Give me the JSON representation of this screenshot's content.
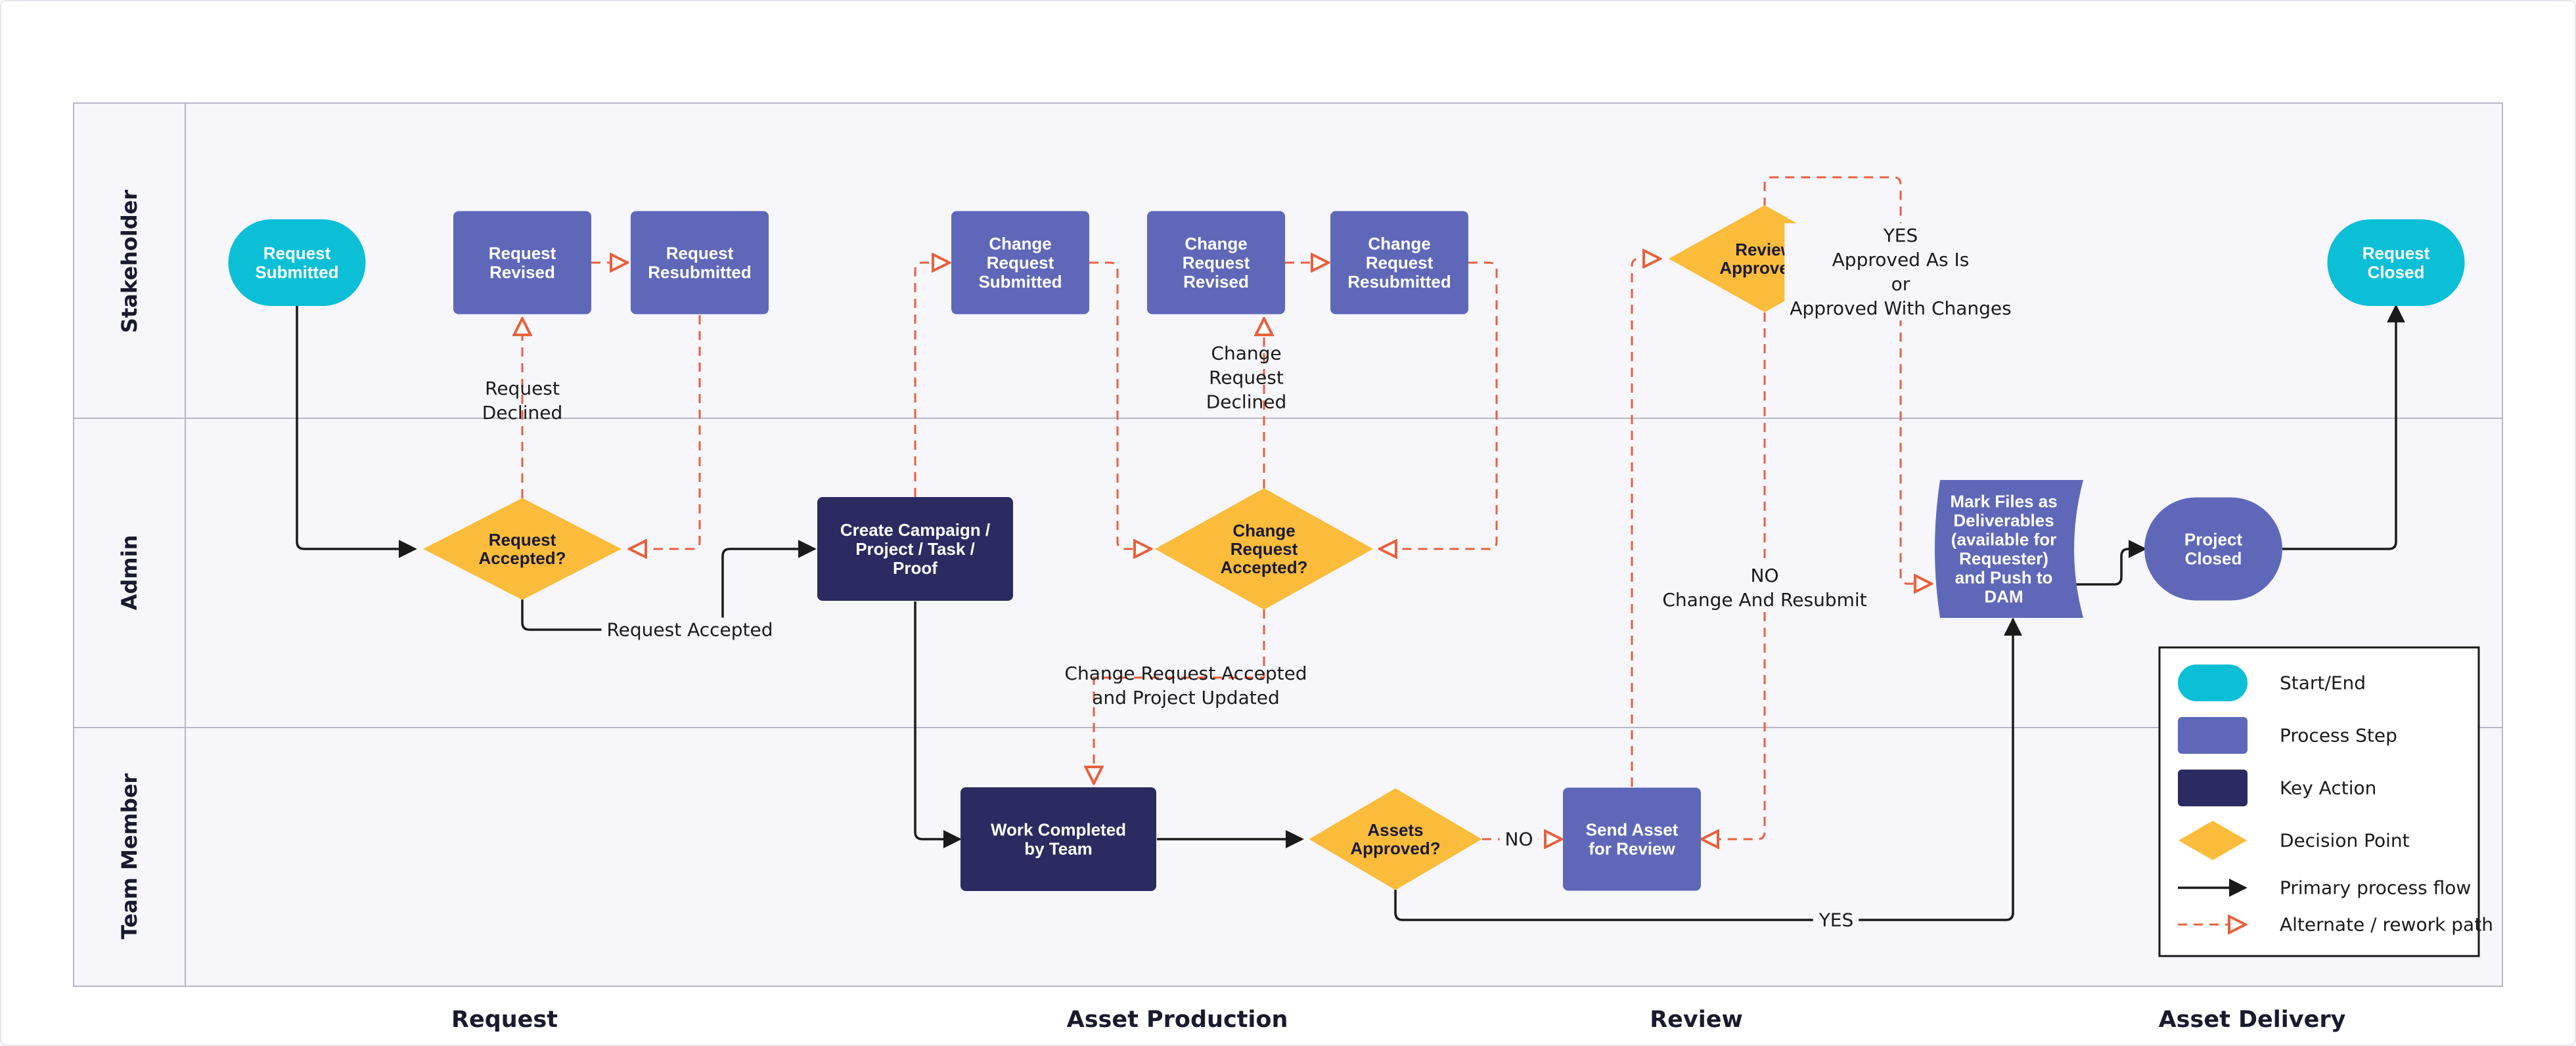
{
  "colors": {
    "start_end": "#0bbfd6",
    "process": "#5f68b8",
    "key_action": "#2b2b62",
    "decision": "#fbbc3b",
    "primary_flow": "#1a1a1a",
    "alternate_flow": "#e8603c",
    "lane_bg": "#f6f6fb",
    "border": "#b8b8c8"
  },
  "lanes": [
    {
      "id": "stakeholder",
      "label": "Stakeholder"
    },
    {
      "id": "admin",
      "label": "Admin"
    },
    {
      "id": "team",
      "label": "Team Member"
    }
  ],
  "phases": [
    {
      "id": "request",
      "label": "Request"
    },
    {
      "id": "asset_production",
      "label": "Asset Production"
    },
    {
      "id": "review",
      "label": "Review"
    },
    {
      "id": "asset_delivery",
      "label": "Asset Delivery"
    }
  ],
  "nodes": [
    {
      "id": "request_submitted",
      "type": "start_end",
      "lines": [
        "Request",
        "Submitted"
      ]
    },
    {
      "id": "request_revised",
      "type": "process",
      "lines": [
        "Request",
        "Revised"
      ]
    },
    {
      "id": "request_resubmitted",
      "type": "process",
      "lines": [
        "Request",
        "Resubmitted"
      ]
    },
    {
      "id": "change_request_submitted",
      "type": "process",
      "lines": [
        "Change",
        "Request",
        "Submitted"
      ]
    },
    {
      "id": "change_request_revised",
      "type": "process",
      "lines": [
        "Change",
        "Request",
        "Revised"
      ]
    },
    {
      "id": "change_request_resubmitted",
      "type": "process",
      "lines": [
        "Change",
        "Request",
        "Resubmitted"
      ]
    },
    {
      "id": "review_approved",
      "type": "decision",
      "lines": [
        "Review",
        "Approved?"
      ]
    },
    {
      "id": "request_closed",
      "type": "start_end",
      "lines": [
        "Request",
        "Closed"
      ]
    },
    {
      "id": "request_accepted",
      "type": "decision",
      "lines": [
        "Request",
        "Accepted?"
      ]
    },
    {
      "id": "create_campaign",
      "type": "key_action",
      "lines": [
        "Create Campaign /",
        "Project / Task /",
        "Proof"
      ]
    },
    {
      "id": "change_request_accepted",
      "type": "decision",
      "lines": [
        "Change",
        "Request",
        "Accepted?"
      ]
    },
    {
      "id": "mark_files",
      "type": "document",
      "lines": [
        "Mark Files as",
        "Deliverables",
        "(available for",
        "Requester)",
        "and Push to",
        "DAM"
      ]
    },
    {
      "id": "project_closed",
      "type": "process_round",
      "lines": [
        "Project",
        "Closed"
      ]
    },
    {
      "id": "work_completed",
      "type": "key_action",
      "lines": [
        "Work Completed",
        "by Team"
      ]
    },
    {
      "id": "assets_approved",
      "type": "decision",
      "lines": [
        "Assets",
        "Approved?"
      ]
    },
    {
      "id": "send_asset",
      "type": "process",
      "lines": [
        "Send Asset",
        "for Review"
      ]
    }
  ],
  "edge_labels": {
    "request_declined": [
      "Request",
      "Declined"
    ],
    "request_accepted": [
      "Request Accepted"
    ],
    "change_request_declined": [
      "Change",
      "Request",
      "Declined"
    ],
    "change_request_accepted": [
      "Change Request Accepted",
      "and Project Updated"
    ],
    "review_yes": [
      "YES",
      "Approved As Is",
      "or",
      "Approved With Changes"
    ],
    "review_no": [
      "NO",
      "Change And Resubmit"
    ],
    "assets_no": [
      "NO"
    ],
    "assets_yes": [
      "YES"
    ]
  },
  "legend": [
    {
      "id": "start_end",
      "label": "Start/End"
    },
    {
      "id": "process",
      "label": "Process Step"
    },
    {
      "id": "key_action",
      "label": "Key Action"
    },
    {
      "id": "decision",
      "label": "Decision Point"
    },
    {
      "id": "primary",
      "label": "Primary process flow"
    },
    {
      "id": "alternate",
      "label": "Alternate / rework path"
    }
  ]
}
